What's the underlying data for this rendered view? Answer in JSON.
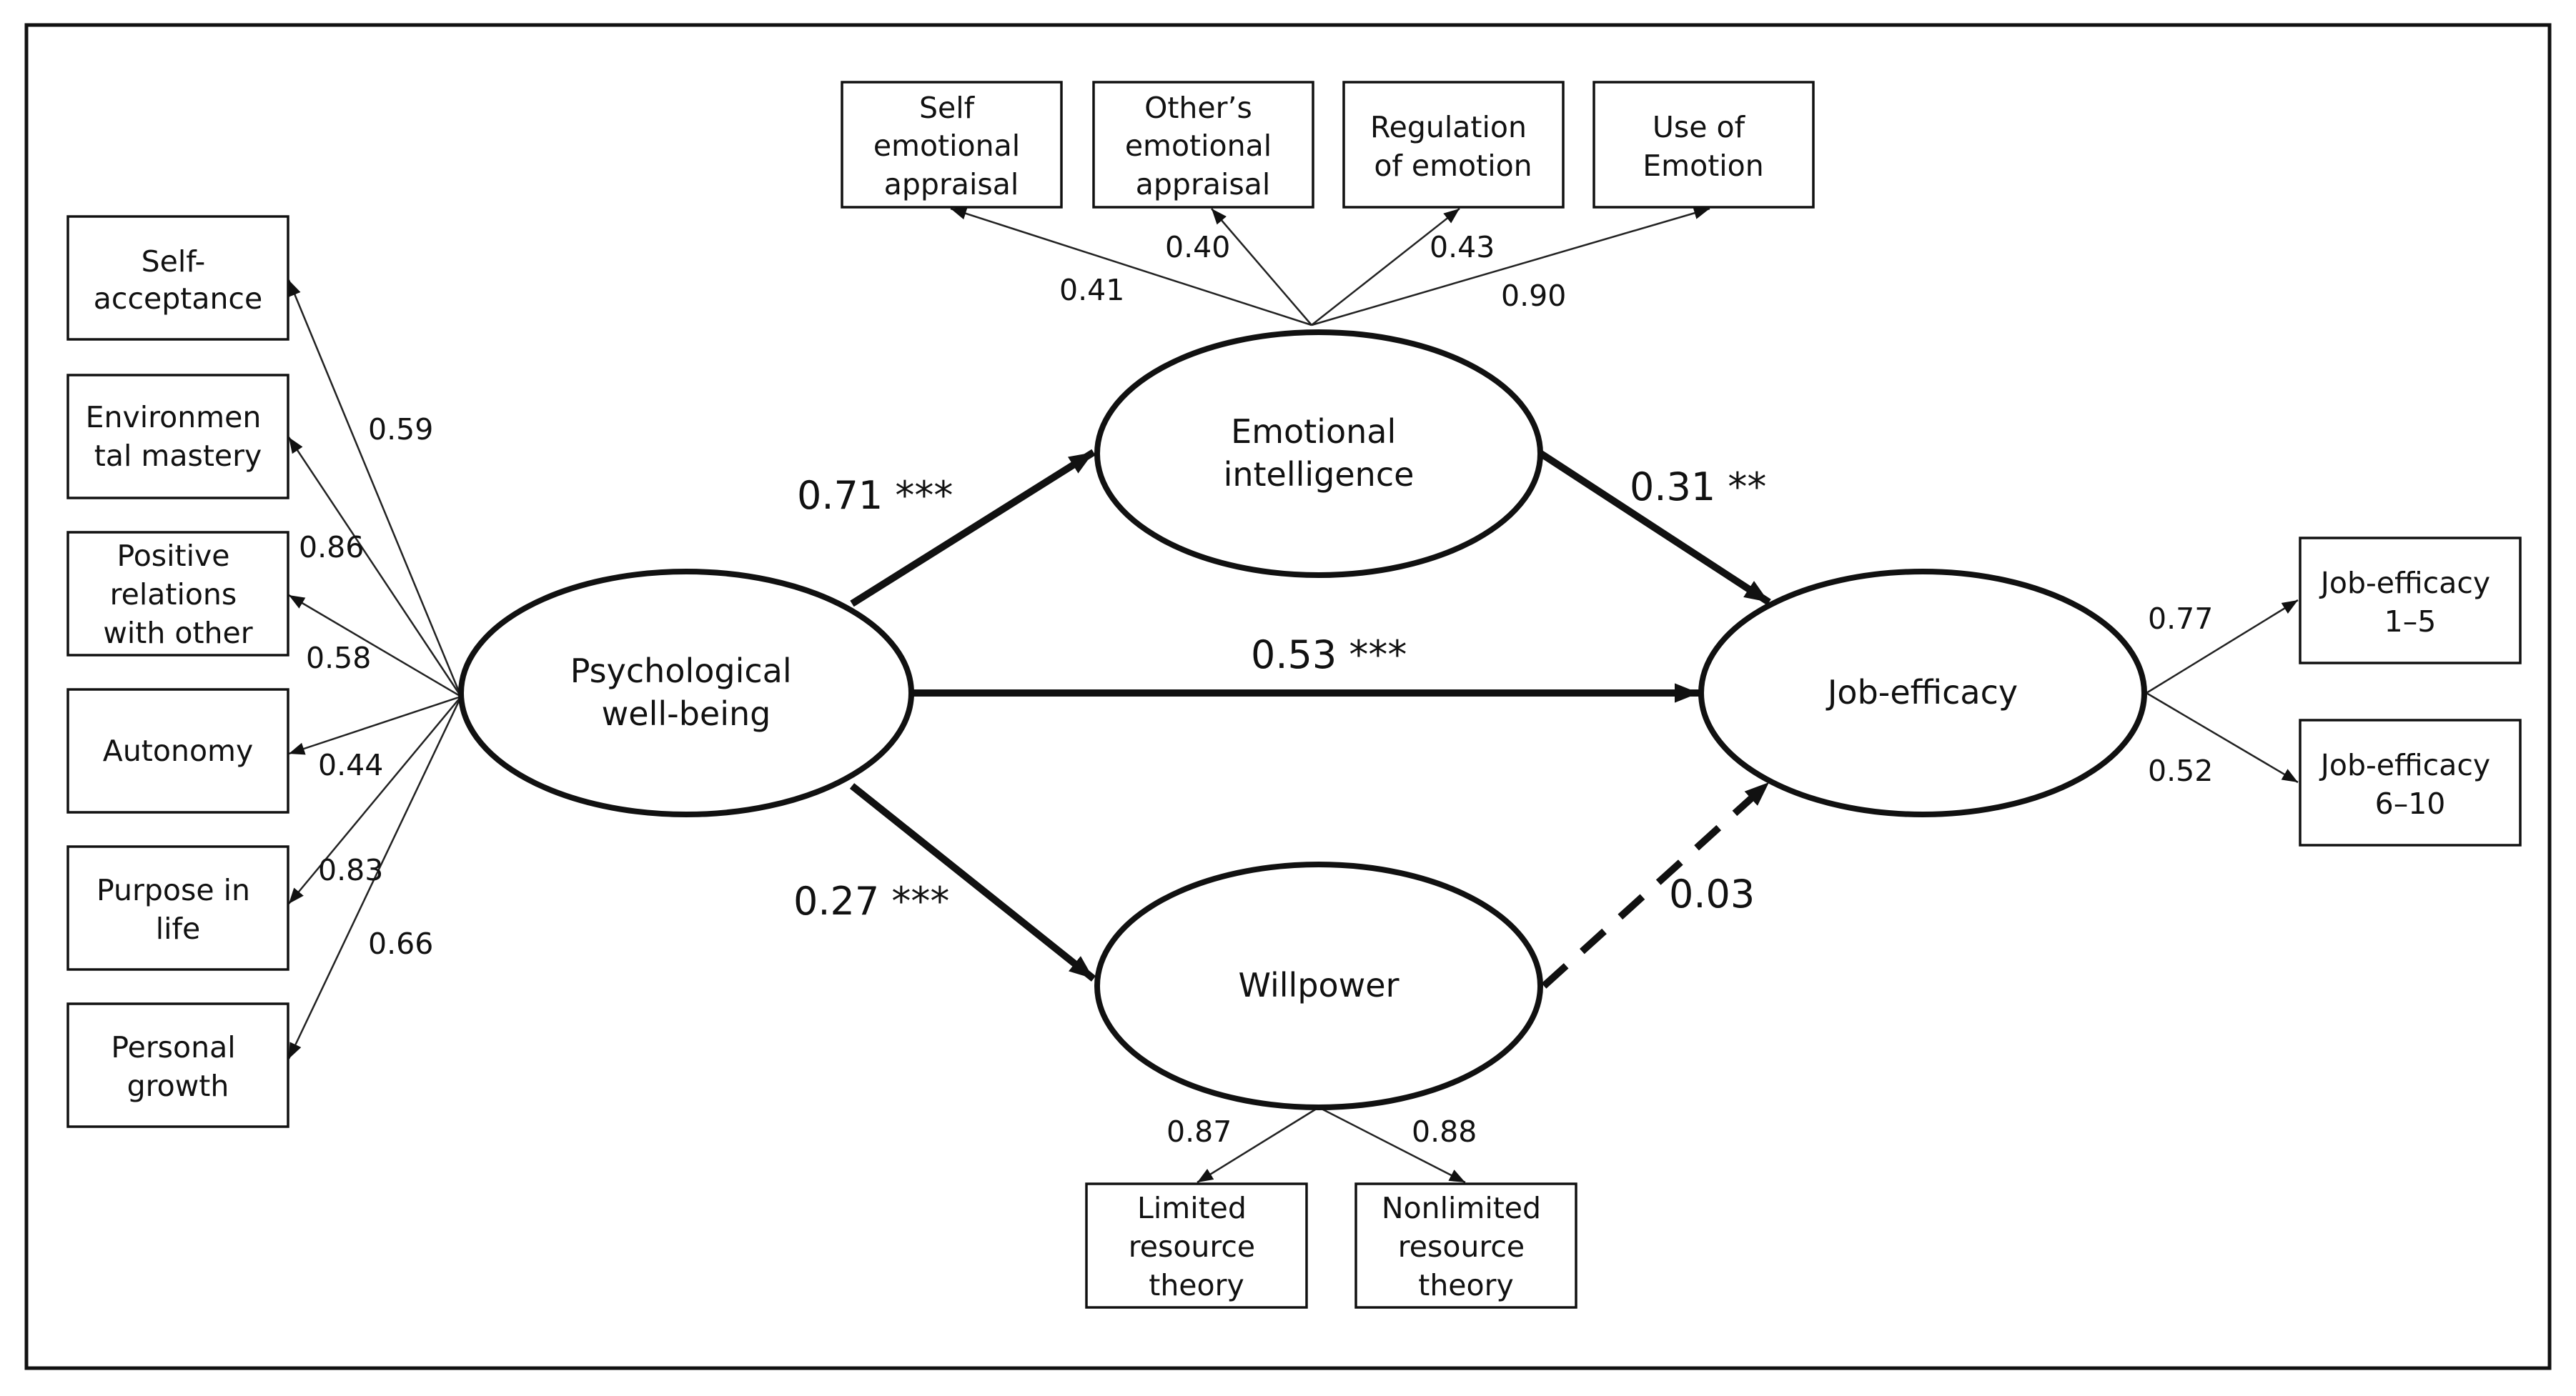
{
  "latent": {
    "pwb": {
      "lines": [
        "Psychological",
        "well-being"
      ]
    },
    "ei": {
      "lines": [
        "Emotional",
        "intelligence"
      ]
    },
    "wp": {
      "lines": [
        "Willpower"
      ]
    },
    "je": {
      "lines": [
        "Job-efficacy"
      ]
    }
  },
  "indicators": {
    "pwb": [
      {
        "lines": [
          "Self-",
          "acceptance"
        ],
        "loading": "0.59"
      },
      {
        "lines": [
          "Environmen",
          "tal mastery"
        ],
        "loading": "0.86"
      },
      {
        "lines": [
          "Positive",
          "relations",
          "with other"
        ],
        "loading": "0.58"
      },
      {
        "lines": [
          "Autonomy"
        ],
        "loading": "0.44"
      },
      {
        "lines": [
          "Purpose in",
          "life"
        ],
        "loading": "0.83"
      },
      {
        "lines": [
          "Personal",
          "growth"
        ],
        "loading": "0.66"
      }
    ],
    "ei": [
      {
        "lines": [
          "Self",
          "emotional",
          "appraisal"
        ],
        "loading": "0.41"
      },
      {
        "lines": [
          "Other’s",
          "emotional",
          "appraisal"
        ],
        "loading": "0.40"
      },
      {
        "lines": [
          "Regulation",
          "of emotion"
        ],
        "loading": "0.43"
      },
      {
        "lines": [
          "Use of",
          "Emotion"
        ],
        "loading": "0.90"
      }
    ],
    "wp": [
      {
        "lines": [
          "Limited",
          "resource",
          "theory"
        ],
        "loading": "0.87"
      },
      {
        "lines": [
          "Nonlimited",
          "resource",
          "theory"
        ],
        "loading": "0.88"
      }
    ],
    "je": [
      {
        "lines": [
          "Job-efficacy",
          "1–5"
        ],
        "loading": "0.77"
      },
      {
        "lines": [
          "Job-efficacy",
          "6–10"
        ],
        "loading": "0.52"
      }
    ]
  },
  "paths": {
    "pwb_ei": "0.71 ***",
    "ei_je": "0.31 **",
    "pwb_je": "0.53 ***",
    "pwb_wp": "0.27 ***",
    "wp_je": "0.03"
  }
}
